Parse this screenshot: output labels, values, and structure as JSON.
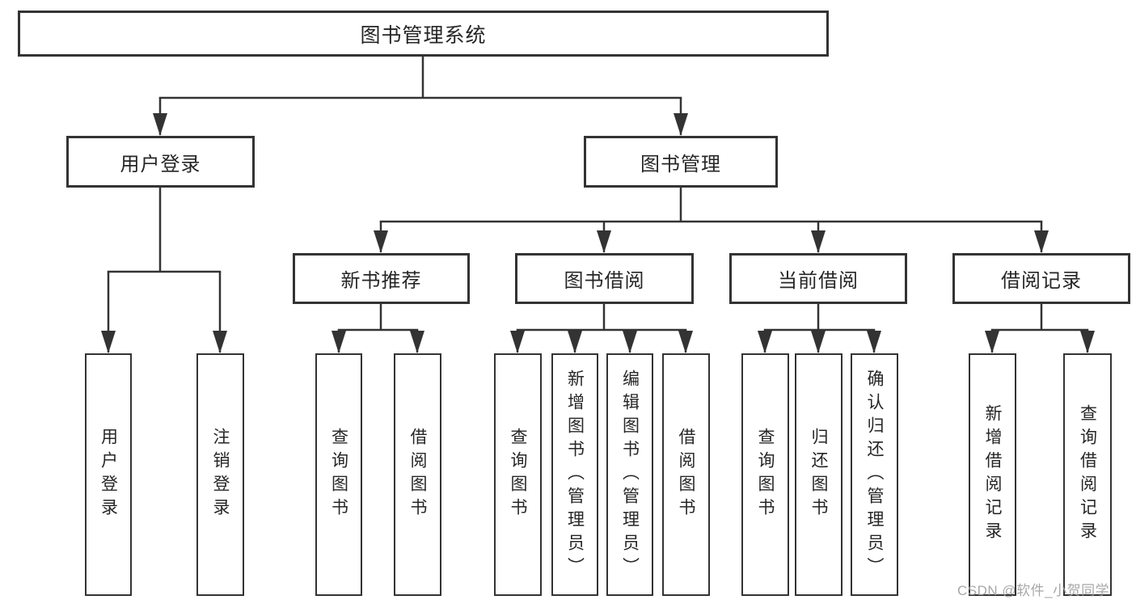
{
  "diagram": {
    "type": "hierarchy-tree",
    "root": {
      "label": "图书管理系统",
      "children": [
        {
          "label": "用户登录",
          "children": [
            {
              "label": "用户登录"
            },
            {
              "label": "注销登录"
            }
          ]
        },
        {
          "label": "图书管理",
          "children": [
            {
              "label": "新书推荐",
              "children": [
                {
                  "label": "查询图书"
                },
                {
                  "label": "借阅图书"
                }
              ]
            },
            {
              "label": "图书借阅",
              "children": [
                {
                  "label": "查询图书"
                },
                {
                  "label": "新增图书（管理员）"
                },
                {
                  "label": "编辑图书（管理员）"
                },
                {
                  "label": "借阅图书"
                }
              ]
            },
            {
              "label": "当前借阅",
              "children": [
                {
                  "label": "查询图书"
                },
                {
                  "label": "归还图书"
                },
                {
                  "label": "确认归还（管理员）"
                }
              ]
            },
            {
              "label": "借阅记录",
              "children": [
                {
                  "label": "新增借阅记录"
                },
                {
                  "label": "查询借阅记录"
                }
              ]
            }
          ]
        }
      ]
    }
  },
  "watermark": {
    "text": "CSDN @软件_小贺同学"
  },
  "colors": {
    "line": "#333333",
    "box_border": "#333333",
    "text": "#262626",
    "watermark": "#9e9e9e",
    "background": "#ffffff"
  }
}
